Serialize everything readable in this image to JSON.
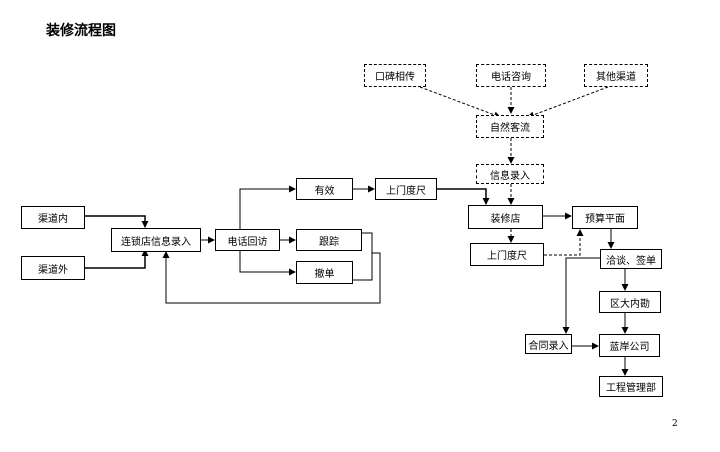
{
  "page": {
    "title": "装修流程图",
    "page_number": "2"
  },
  "nodes": {
    "word_of_mouth": "口碑相传",
    "phone_inquiry": "电话咨询",
    "other_channels": "其他渠道",
    "natural_visitors": "自然客流",
    "info_entry": "信息录入",
    "channel_inner": "渠道内",
    "channel_outer": "渠道外",
    "chain_store_entry": "连锁店信息录入",
    "phone_callback": "电话回访",
    "valid": "有效",
    "follow_up": "跟踪",
    "withdraw": "撤单",
    "measure_1": "上门度尺",
    "decor_store": "装修店",
    "measure_2": "上门度尺",
    "budget_plan": "预算平面",
    "negotiate_sign": "洽谈、签单",
    "district_survey": "区大内勘",
    "contract_entry": "合同录入",
    "lanan_company": "蓝岸公司",
    "engineering_dept": "工程管理部"
  }
}
